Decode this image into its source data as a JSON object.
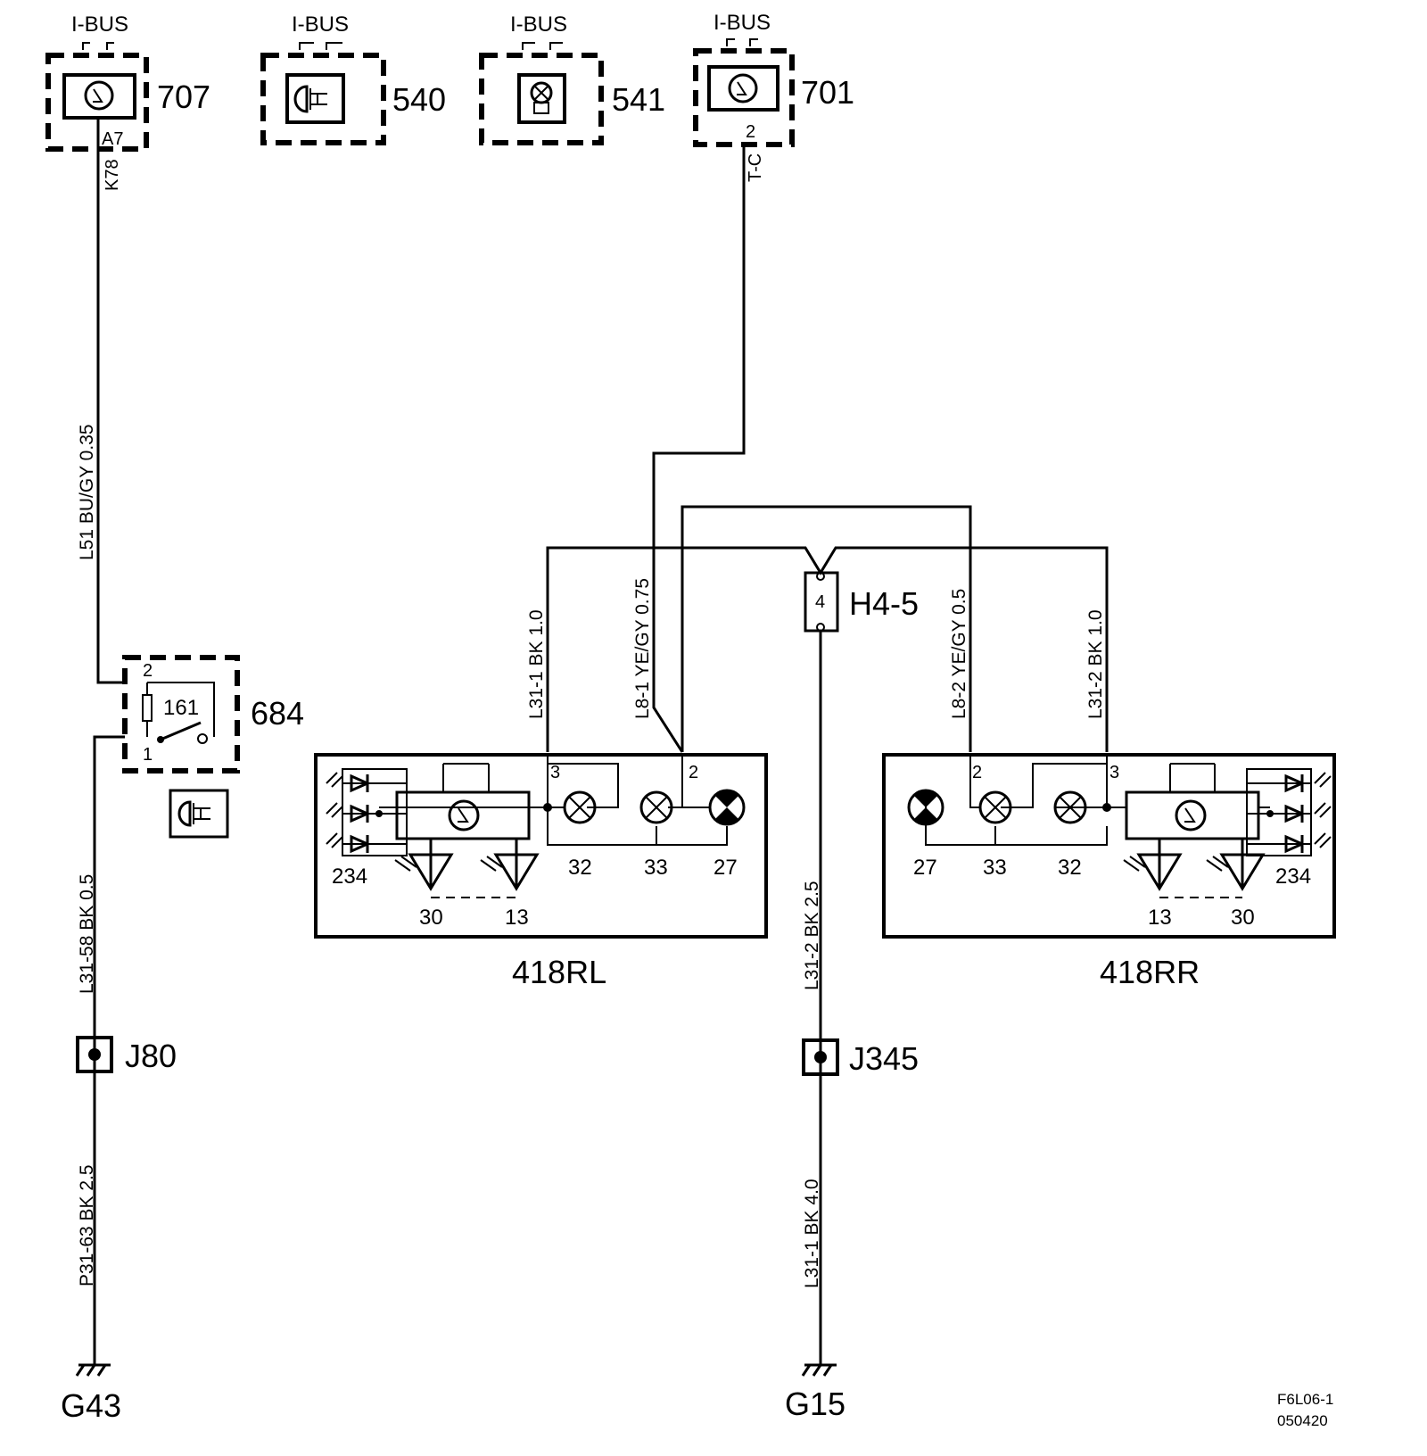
{
  "modules": {
    "m707": {
      "id": "707",
      "bus": "I-BUS",
      "pin": "A7",
      "code": "K78"
    },
    "m540": {
      "id": "540",
      "bus": "I-BUS"
    },
    "m541": {
      "id": "541",
      "bus": "I-BUS"
    },
    "m701": {
      "id": "701",
      "bus": "I-BUS",
      "pin": "2",
      "code": "T-C"
    }
  },
  "switch684": {
    "id": "684",
    "inner": "161",
    "pin_top": "2",
    "pin_bottom": "1"
  },
  "connector": {
    "id": "H4-5",
    "pin": "4"
  },
  "splices": {
    "j80": "J80",
    "j345": "J345"
  },
  "grounds": {
    "g43": "G43",
    "g15": "G15"
  },
  "wires": {
    "l51": "L51 BU/GY  0.35",
    "l31_58": "L31-58  BK  0.5",
    "p31_63": "P31-63  BK  2.5",
    "l31_1_top": "L31-1  BK  1.0",
    "l8_1": "L8-1  YE/GY 0.75",
    "l8_2": "L8-2  YE/GY  0.5",
    "l31_2_top": "L31-2  BK  1.0",
    "l31_2_mid": "L31-2  BK  2.5",
    "l31_1_bot": "L31-1  BK  4.0"
  },
  "lamp_left": {
    "id": "418RL",
    "pin_a": "3",
    "pin_b": "2",
    "labels": {
      "led": "234",
      "bulb32": "32",
      "bulb33": "33",
      "bulb27": "27",
      "d30": "30",
      "d13": "13"
    }
  },
  "lamp_right": {
    "id": "418RR",
    "pin_a": "2",
    "pin_b": "3",
    "labels": {
      "bulb27": "27",
      "bulb33": "33",
      "bulb32": "32",
      "led": "234",
      "d13": "13",
      "d30": "30"
    }
  },
  "footer": {
    "ref": "F6L06-1",
    "date": "050420"
  }
}
